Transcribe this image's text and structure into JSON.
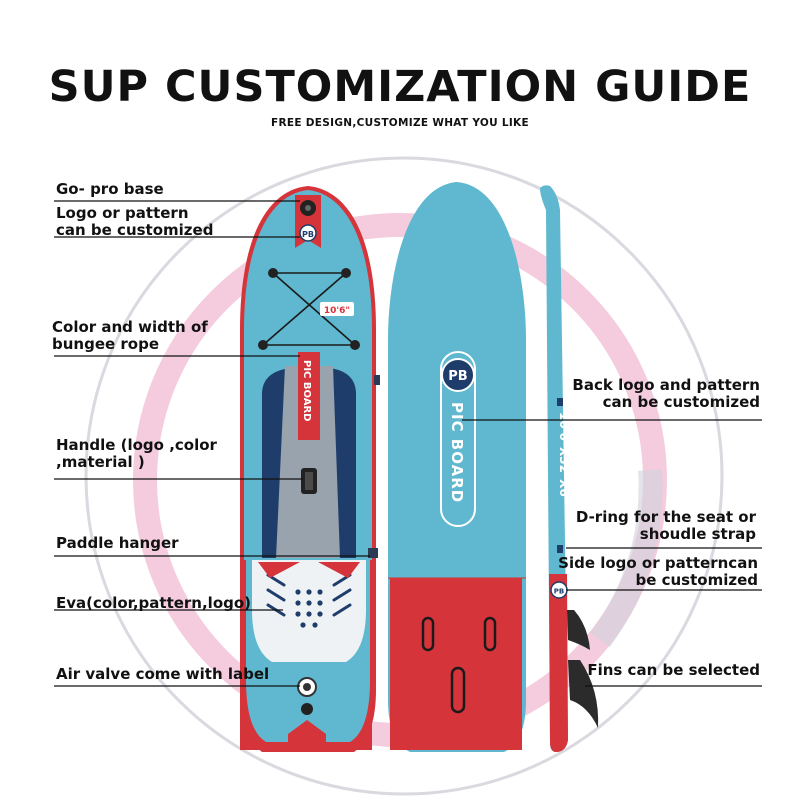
{
  "header": {
    "title": "SUP CUSTOMIZATION GUIDE",
    "subtitle": "FREE DESIGN,CUSTOMIZE WHAT YOU LIKE"
  },
  "left_labels": [
    {
      "line1": "Go- pro base",
      "line2": ""
    },
    {
      "line1": "Logo or pattern",
      "line2": "can be customized"
    },
    {
      "line1": "Color and width of",
      "line2": "bungee rope"
    },
    {
      "line1": "Handle (logo ,color",
      "line2": ",material )"
    },
    {
      "line1": "Paddle hanger",
      "line2": ""
    },
    {
      "line1": "Eva(color,pattern,logo)",
      "line2": ""
    },
    {
      "line1": "Air valve come with label",
      "line2": ""
    }
  ],
  "right_labels": [
    {
      "line1": "Back logo and pattern",
      "line2": "can be customized"
    },
    {
      "line1": "D-ring for the seat or",
      "line2": "shoudle strap"
    },
    {
      "line1": "Side logo or patterncan",
      "line2": "be customized"
    },
    {
      "line1": "Fins can  be selected",
      "line2": ""
    }
  ],
  "board_text": {
    "size_tag": "10'6\"",
    "deck_brand": "PIC BOARD",
    "bottom_brand": "PIC BOARD",
    "side_dimensions": "10'6\"X32\"X6\"",
    "logo_mark": "PB"
  },
  "colors": {
    "board_blue": "#5fb8cf",
    "navy": "#1f3d6b",
    "grey_pad": "#8f9aa6",
    "rail_red": "#d6343b",
    "ring_pink": "#f2c6da",
    "ring_grey": "#d8d8de"
  }
}
